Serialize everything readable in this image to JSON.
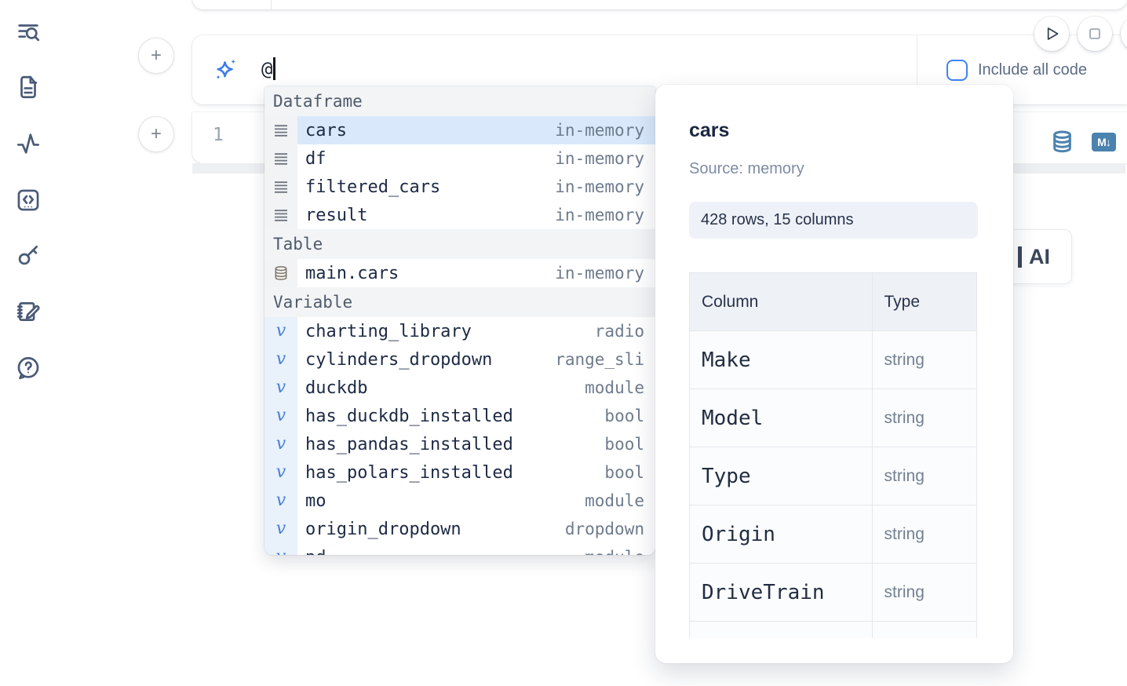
{
  "glyphs": {
    "plus": "+",
    "variable_icon": "v",
    "markdown_badge": "M↓"
  },
  "ai_prompt": {
    "value": "@",
    "include_all_code_label": "Include all code"
  },
  "editor": {
    "line_number": "1"
  },
  "ai_card_label": "AI",
  "autocomplete": {
    "sections": [
      {
        "label": "Dataframe",
        "items": [
          {
            "name": "cars",
            "type": "in-memory"
          },
          {
            "name": "df",
            "type": "in-memory"
          },
          {
            "name": "filtered_cars",
            "type": "in-memory"
          },
          {
            "name": "result",
            "type": "in-memory"
          }
        ]
      },
      {
        "label": "Table",
        "items": [
          {
            "name": "main.cars",
            "type": "in-memory"
          }
        ]
      },
      {
        "label": "Variable",
        "items": [
          {
            "name": "charting_library",
            "type": "radio"
          },
          {
            "name": "cylinders_dropdown",
            "type": "range_sli"
          },
          {
            "name": "duckdb",
            "type": "module"
          },
          {
            "name": "has_duckdb_installed",
            "type": "bool"
          },
          {
            "name": "has_pandas_installed",
            "type": "bool"
          },
          {
            "name": "has_polars_installed",
            "type": "bool"
          },
          {
            "name": "mo",
            "type": "module"
          },
          {
            "name": "origin_dropdown",
            "type": "dropdown"
          },
          {
            "name": "pd",
            "type": "module"
          }
        ]
      }
    ]
  },
  "preview": {
    "title": "cars",
    "source": "Source: memory",
    "shape": "428 rows, 15 columns",
    "table": {
      "headers": [
        "Column",
        "Type"
      ],
      "rows": [
        [
          "Make",
          "string"
        ],
        [
          "Model",
          "string"
        ],
        [
          "Type",
          "string"
        ],
        [
          "Origin",
          "string"
        ],
        [
          "DriveTrain",
          "string"
        ]
      ]
    }
  },
  "colors": {
    "accent_blue": "#3f83f8",
    "selection_blue": "#d9e9fb",
    "tool_icon_blue": "#4b82ae"
  }
}
